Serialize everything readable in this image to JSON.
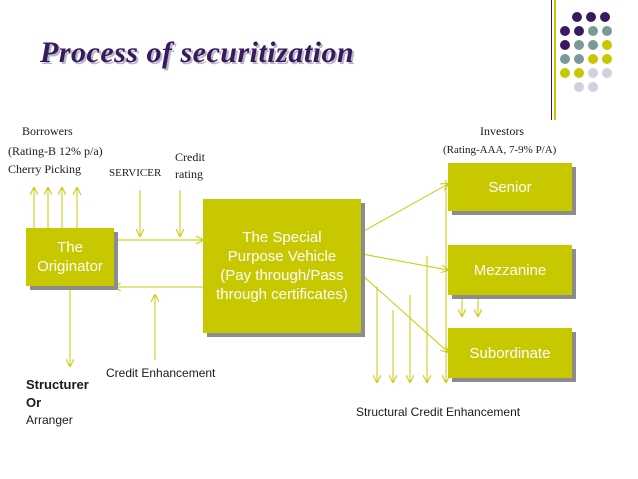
{
  "title": "Process of securitization",
  "borrowers": {
    "heading": "Borrowers",
    "rating": "(Rating-B 12% p/a)",
    "cherry": "Cherry Picking"
  },
  "servicer": "SERVICER",
  "credit_rating": {
    "line1": "Credit",
    "line2": "rating"
  },
  "investors": {
    "heading": "Investors",
    "rating": "(Rating-AAA, 7-9% P/A)"
  },
  "originator": {
    "line1": "The",
    "line2": "Originator"
  },
  "spv": {
    "line1": "The Special",
    "line2": "Purpose Vehicle",
    "line3": "(Pay through/Pass",
    "line4": "through certificates)"
  },
  "tranches": {
    "senior": "Senior",
    "mezzanine": "Mezzanine",
    "subordinate": "Subordinate"
  },
  "credit_enhancement": "Credit Enhancement",
  "structurer": {
    "line1": "Structurer",
    "line2": "Or",
    "line3": "Arranger"
  },
  "structural_credit_enhancement": "Structural Credit Enhancement",
  "colors": {
    "accent_olive": "#c8c800",
    "dark_purple": "#3a1a5e",
    "teal_gray": "#7a9a9a",
    "light_lavender": "#d0d0e0",
    "arrow_color": "#c8c800"
  }
}
